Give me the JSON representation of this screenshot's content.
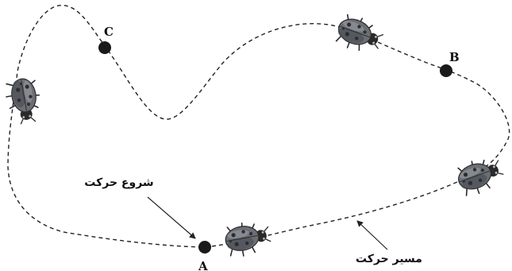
{
  "points": {
    "a": {
      "label": "A"
    },
    "b": {
      "label": "B"
    },
    "c": {
      "label": "C"
    }
  },
  "annotations": {
    "start": "شروع حرکت",
    "path": "مسیر حرکت"
  },
  "colors": {
    "path_stroke": "#222222",
    "point_fill": "#1a1a1a",
    "ladybug_shell": "#6b6e73",
    "ladybug_shade": "#44474c",
    "ladybug_spot": "#2b2d31",
    "ladybug_head": "#2a2a2a"
  }
}
